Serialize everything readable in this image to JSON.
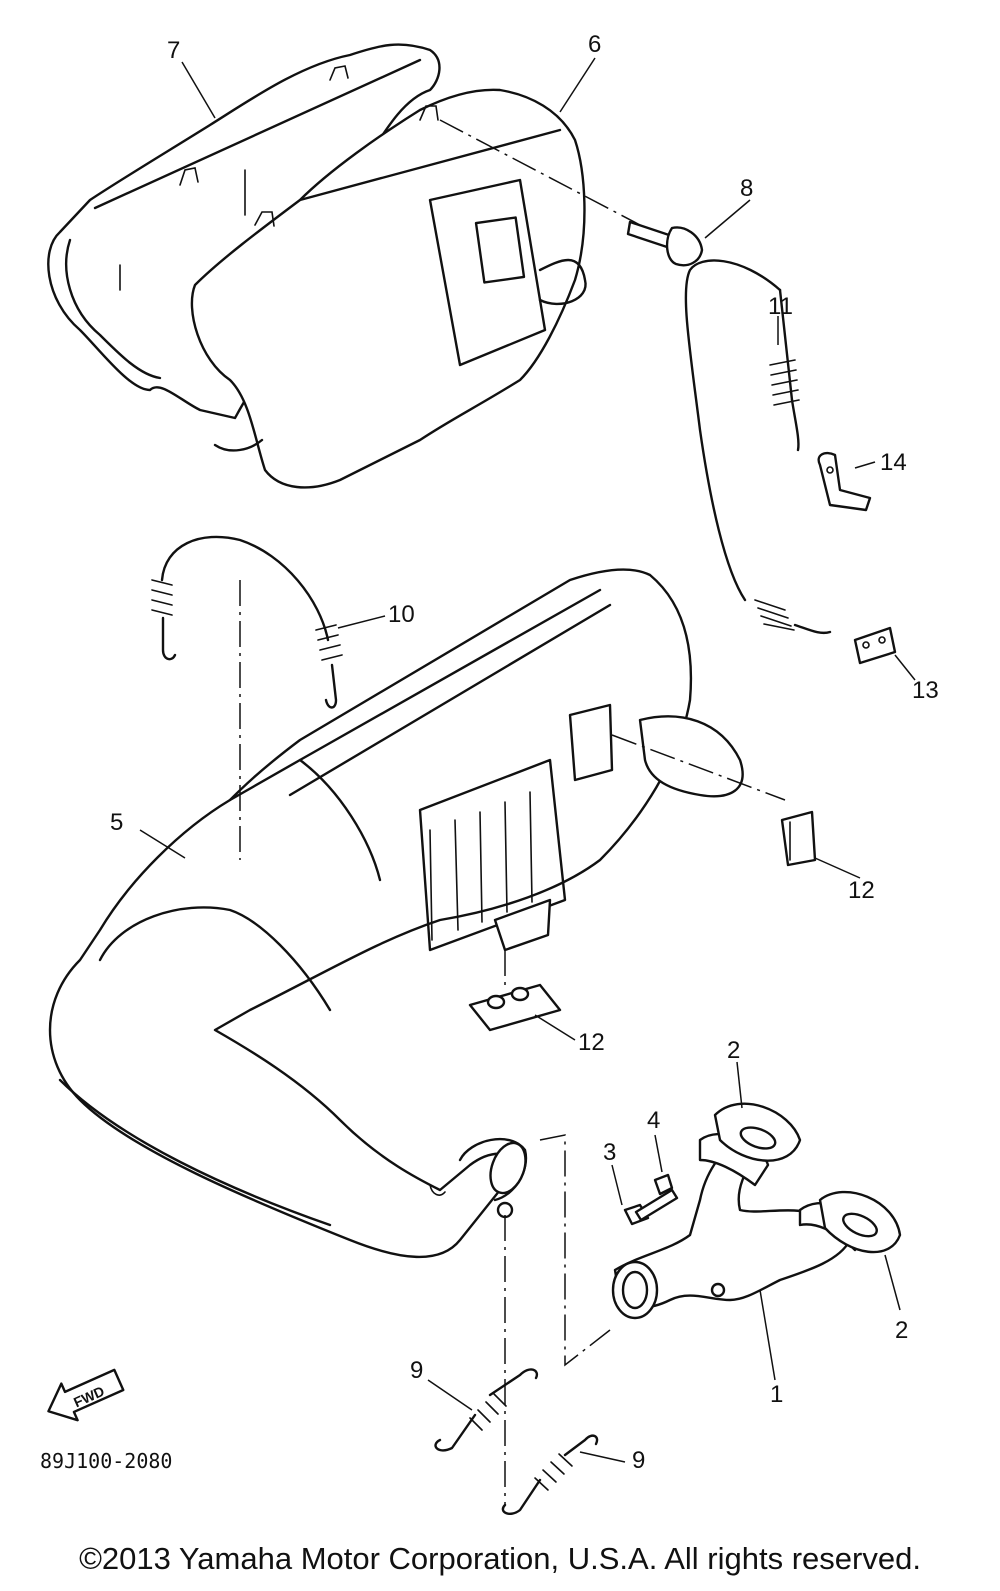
{
  "callouts": {
    "n1": "1",
    "n2a": "2",
    "n2b": "2",
    "n3": "3",
    "n4": "4",
    "n5": "5",
    "n6": "6",
    "n7": "7",
    "n8": "8",
    "n9a": "9",
    "n9b": "9",
    "n10": "10",
    "n11": "11",
    "n12a": "12",
    "n12b": "12",
    "n13": "13",
    "n14": "14"
  },
  "fwd_label": "FWD",
  "diagram_code": "89J100-2080",
  "copyright": "©2013 Yamaha Motor Corporation, U.S.A. All rights reserved."
}
